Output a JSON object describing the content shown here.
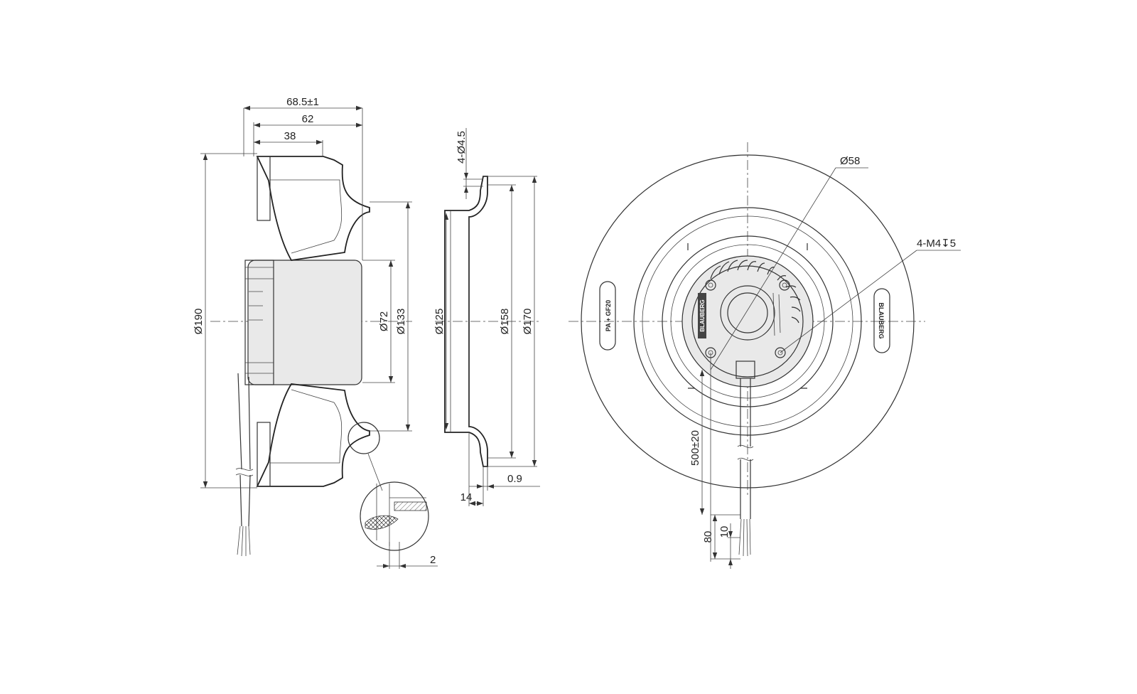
{
  "side_view": {
    "dims": {
      "overall_depth": "68.5±1",
      "impeller_depth": "62",
      "inlet_depth": "38",
      "d_impeller": "Ø190",
      "d_hub": "Ø72",
      "d_inlet": "Ø133"
    }
  },
  "detail_view": {
    "dims": {
      "wall": "2"
    }
  },
  "inlet_ring_view": {
    "dims": {
      "holes": "4-Ø4.5",
      "d_inner": "Ø125",
      "d_mid": "Ø158",
      "d_outer": "Ø170",
      "thickness": "0.9",
      "depth": "14"
    }
  },
  "front_view": {
    "dims": {
      "d_bolt_circle": "Ø58",
      "threads": "4-M4↧5",
      "cable_length": "500±20",
      "strip_length": "80",
      "wire_strip": "10"
    },
    "markings": {
      "material": "PA + GF20",
      "brand_hub": "BLAUBERG",
      "brand_rim": "BLAUBERG"
    }
  }
}
